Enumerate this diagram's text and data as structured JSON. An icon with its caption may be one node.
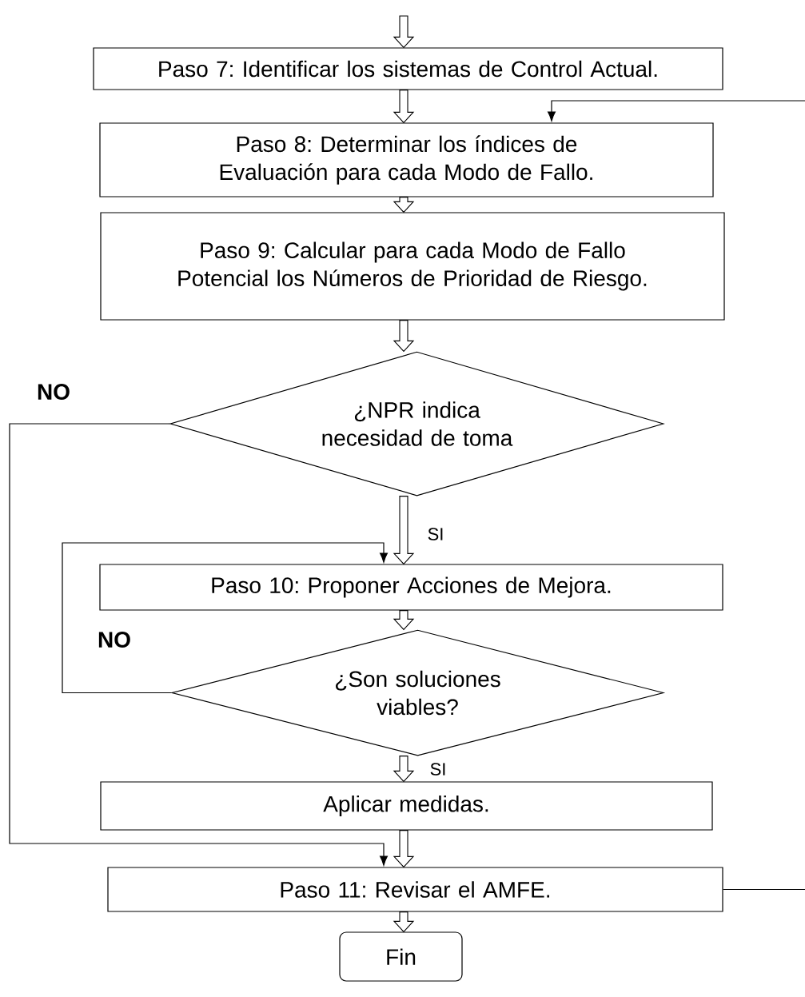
{
  "diagram": {
    "nodes": [
      {
        "text": [
          "Paso 7: Identificar los sistemas de Control Actual."
        ]
      },
      {
        "text": [
          "Paso 8: Determinar los índices de Evaluación para cada Modo de Fallo."
        ]
      },
      {
        "text": [
          "Paso 9: Calcular para cada Modo de Fallo Potencial los Números de Prioridad de Riesgo."
        ]
      },
      {
        "text": [
          "¿NPR indica necesidad de toma"
        ]
      },
      {
        "text": [
          "Paso 10: Proponer Acciones de Mejora."
        ]
      },
      {
        "text": [
          "¿Son soluciones viables?"
        ]
      },
      {
        "text": [
          "Aplicar medidas."
        ]
      },
      {
        "text": [
          "Paso 11: Revisar el AMFE."
        ]
      },
      {
        "text": [
          "Fin"
        ]
      }
    ],
    "edges": [
      {
        "from": null,
        "to": 0,
        "arrow": "to"
      },
      {
        "from": 0,
        "to": 1,
        "arrow": "to"
      },
      {
        "from": 1,
        "to": 2,
        "arrow": "to"
      },
      {
        "from": 2,
        "to": 3,
        "arrow": "to"
      },
      {
        "from": 3,
        "to": 4,
        "arrow": "to",
        "label": "SI"
      },
      {
        "from": 4,
        "to": 5,
        "arrow": "to"
      },
      {
        "from": 5,
        "to": 6,
        "arrow": "to",
        "label": "SI"
      },
      {
        "from": 6,
        "to": 7,
        "arrow": "to"
      },
      {
        "from": 7,
        "to": 8,
        "arrow": "to"
      },
      {
        "from": 3,
        "to": 7,
        "arrow": "to",
        "label": "NO"
      },
      {
        "from": 5,
        "to": 4,
        "arrow": "to",
        "label": "NO"
      },
      {
        "from": 7,
        "to": null,
        "arrow": "none"
      },
      {
        "from": null,
        "to": 1,
        "arrow": "to"
      }
    ]
  }
}
